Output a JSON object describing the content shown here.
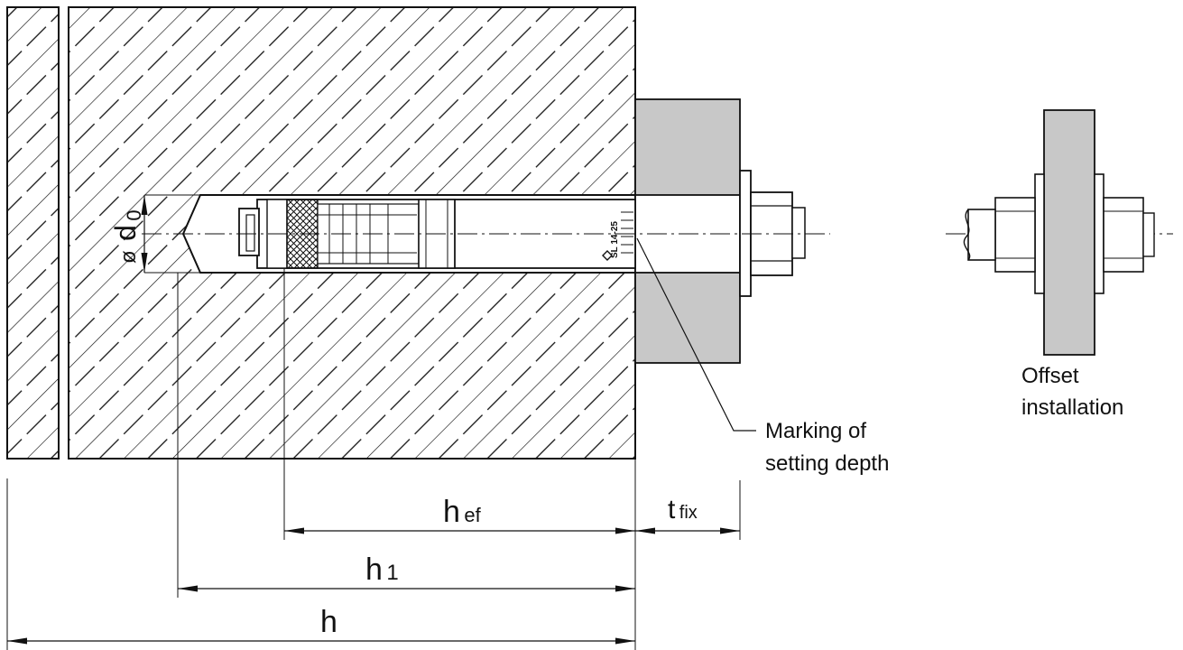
{
  "labels": {
    "diameter_symbol": "ø",
    "diameter_main": "d",
    "diameter_sub": "0",
    "hef_main": "h",
    "hef_sub": "ef",
    "tfix_main": "t",
    "tfix_sub": "fix",
    "h1_main": "h",
    "h1_sub": "1",
    "h_main": "h",
    "marking_line1": "Marking of",
    "marking_line2": "setting depth",
    "offset_line1": "Offset",
    "offset_line2": "installation",
    "anchor_mark": "SL 14-25"
  },
  "colors": {
    "line": "#111111",
    "plate": "#c8c8c8",
    "background": "#ffffff"
  }
}
